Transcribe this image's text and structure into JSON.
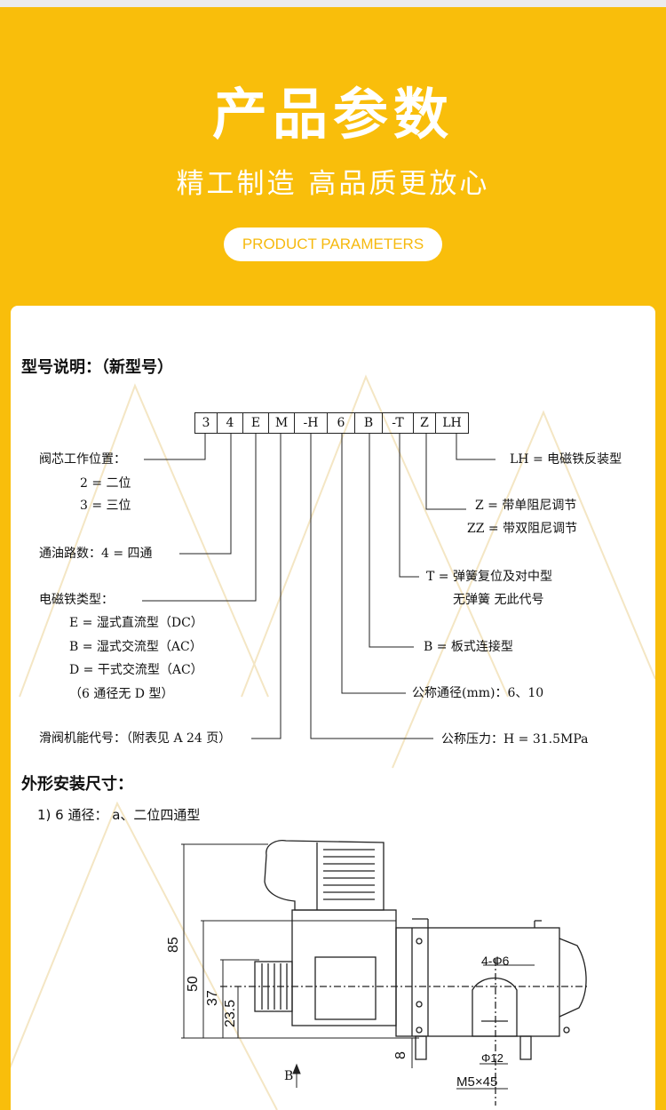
{
  "header": {
    "title": "产品参数",
    "subtitle": "精工制造 高品质更放心",
    "badge": "PRODUCT PARAMETERS"
  },
  "model": {
    "heading": "型号说明：（新型号）",
    "code": [
      "3",
      "4",
      "E",
      "M",
      "-H",
      "6",
      "B",
      "-T",
      "Z",
      "LH"
    ],
    "left": {
      "spool_label": "阀芯工作位置：",
      "spool_2": "2 = 二位",
      "spool_3": "3 = 三位",
      "ports": "通油路数：4 = 四通",
      "solenoid_label": "电磁铁类型：",
      "sol_e": "E = 湿式直流型（DC）",
      "sol_b": "B = 湿式交流型（AC）",
      "sol_d": "D = 干式交流型（AC）",
      "sol_note": "（6 通径无 D 型）",
      "function": "滑阀机能代号：（附表见 A 24 页）"
    },
    "right": {
      "lh": "LH = 电磁铁反装型",
      "z": "Z = 带单阻尼调节",
      "zz": "ZZ = 带双阻尼调节",
      "t": "T = 弹簧复位及对中型",
      "t2": "无弹簧  无此代号",
      "b": "B = 板式连接型",
      "size": "公称通径(mm)：6、10",
      "pressure": "公称压力：H = 31.5MPa"
    }
  },
  "dimensions": {
    "heading": "外形安装尺寸：",
    "subheading": "1) 6 通径：  a、二位四通型",
    "d85": "85",
    "d50": "50",
    "d37": "37",
    "d235": "23.5",
    "d8": "8",
    "holes": "4-Φ6",
    "phi12": "Φ12",
    "m5": "M5×45",
    "view_b": "B"
  }
}
